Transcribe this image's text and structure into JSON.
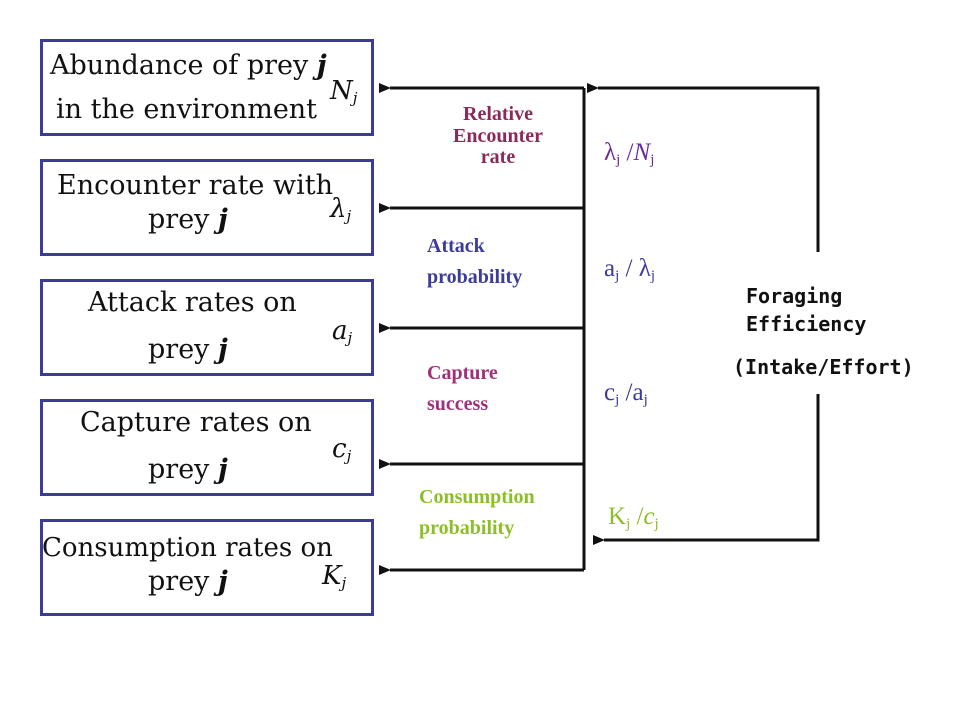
{
  "colors": {
    "box_border": "#3b3b9a",
    "relative_encounter": "#8b2a5a",
    "attack": "#3b3b9a",
    "capture": "#a0307a",
    "consumption": "#8cbf26",
    "ratio_purple": "#6a2a9a",
    "ratio_blue": "#3b3b9a",
    "ratio_green": "#8cbf26"
  },
  "boxes": [
    {
      "line1": "Abundance of prey ",
      "line1_it": "j",
      "line2": "in the environment",
      "line2_it": "",
      "symbol": "N",
      "symbol_sub": "j"
    },
    {
      "line1": "Encounter rate with",
      "line1_it": "",
      "line2": "prey ",
      "line2_it": "j",
      "symbol": "λ",
      "symbol_sub": "j"
    },
    {
      "line1": "Attack rates on",
      "line1_it": "",
      "line2": "prey ",
      "line2_it": "j",
      "symbol": "a",
      "symbol_sub": "j"
    },
    {
      "line1": "Capture rates on",
      "line1_it": "",
      "line2": "prey ",
      "line2_it": "j",
      "symbol": "c",
      "symbol_sub": "j"
    },
    {
      "line1": "Consumption rates on",
      "line1_it": "",
      "line2": "prey ",
      "line2_it": "j",
      "symbol": "K",
      "symbol_sub": "j"
    }
  ],
  "labels": {
    "relative_encounter": [
      "Relative",
      "Encounter",
      "rate"
    ],
    "attack": [
      "Attack",
      "probability"
    ],
    "capture": [
      "Capture",
      "success"
    ],
    "consumption": [
      "Consumption",
      "probability"
    ]
  },
  "ratios": [
    {
      "num": "λ",
      "num_sub": "j",
      "sep": " /",
      "den": "N",
      "den_sub": "j"
    },
    {
      "num": "a",
      "num_sub": "j",
      "sep": " / ",
      "den": "λ",
      "den_sub": "j"
    },
    {
      "num": "c",
      "num_sub": "j",
      "sep": " /",
      "den": "a",
      "den_sub": "j"
    },
    {
      "num": "K",
      "num_sub": "j",
      "sep": " /",
      "den": "c",
      "den_sub": "j"
    }
  ],
  "foraging": {
    "line1": "Foraging",
    "line2": "Efficiency",
    "line3": "(Intake/Effort)"
  }
}
